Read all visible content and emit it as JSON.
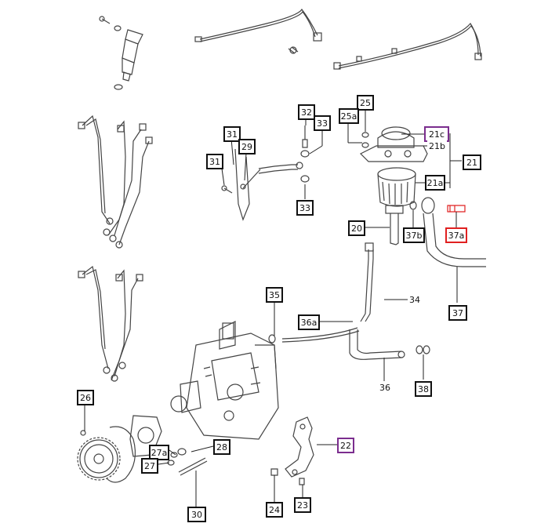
{
  "highlight_colors": {
    "purple": "#7b2d8e",
    "red": "#e02020"
  },
  "callouts": {
    "c21c": "21c",
    "c21b": "21b",
    "c21": "21",
    "c21a": "21a",
    "c25": "25",
    "c25a": "25a",
    "c32": "32",
    "c33_top": "33",
    "c33_bottom": "33",
    "c31_top": "31",
    "c29": "29",
    "c31_left": "31",
    "c20": "20",
    "c37b": "37b",
    "c37a": "37a",
    "c37": "37",
    "c35": "35",
    "c36a": "36a",
    "c34": "34",
    "c36": "36",
    "c38": "38",
    "c26": "26",
    "c27a": "27a",
    "c28": "28",
    "c27": "27",
    "c22": "22",
    "c30": "30",
    "c24": "24",
    "c23": "23"
  }
}
